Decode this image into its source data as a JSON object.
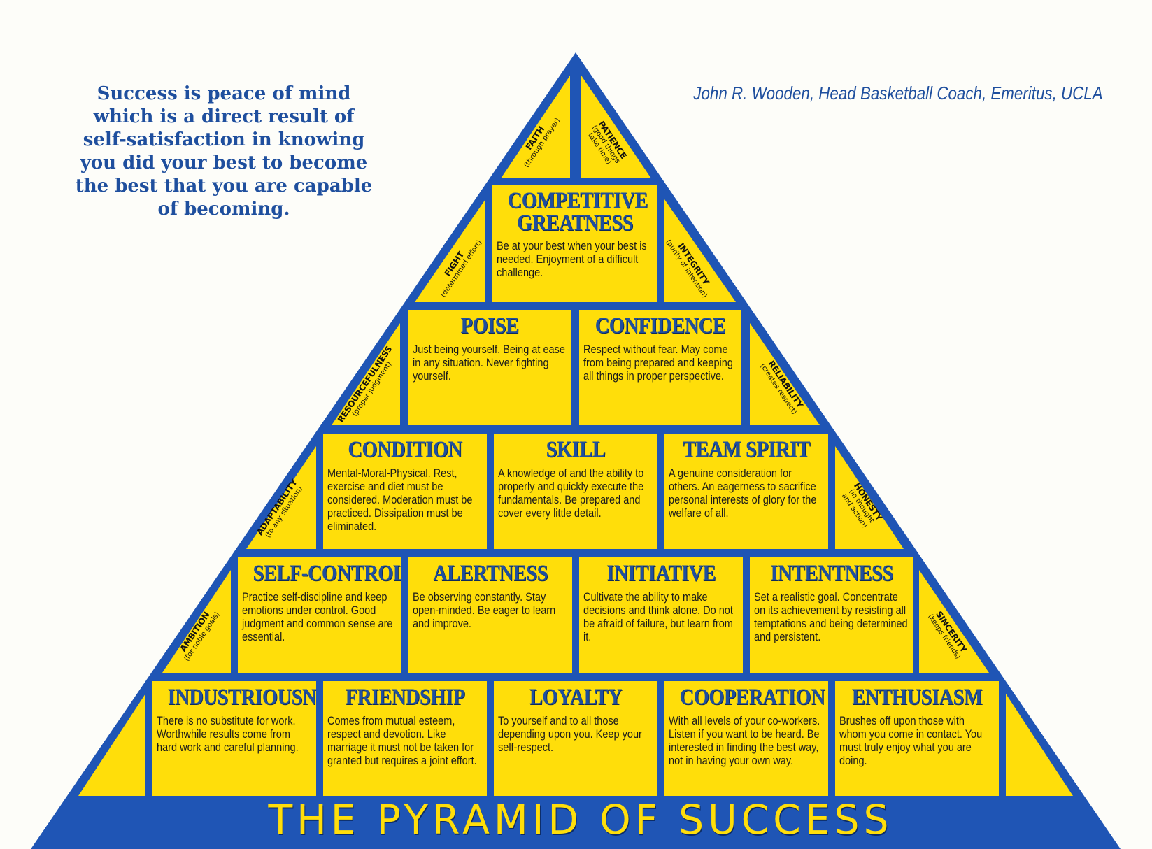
{
  "quote": {
    "lines": [
      "Success is peace of mind",
      "which is a direct result of",
      "self-satisfaction in knowing",
      "you did your best to become",
      "the best that you are capable",
      "of becoming."
    ]
  },
  "attribution": "John R. Wooden, Head Basketball Coach, Emeritus, UCLA",
  "title": "THE PYRAMID OF SUCCESS",
  "colors": {
    "frame_blue": "#1f55b5",
    "block_yellow": "#ffde0a",
    "title_text": "#1f4f9e",
    "background": "#fdfdf9"
  },
  "apex": [
    {
      "title": "FAITH",
      "subtitle": "(through prayer)"
    },
    {
      "title": "PATIENCE",
      "subtitle": "(good things take time)"
    }
  ],
  "rows": [
    {
      "left": {
        "title": "FIGHT",
        "subtitle": "(determined effort)"
      },
      "right": {
        "title": "INTEGRITY",
        "subtitle": "(purity of intention)"
      },
      "blocks": [
        {
          "title": "COMPETITIVE GREATNESS",
          "text": "Be at your best when your best is needed. Enjoyment of a difficult challenge."
        }
      ]
    },
    {
      "left": {
        "title": "RESOURCEFULNESS",
        "subtitle": "(proper judgment)"
      },
      "right": {
        "title": "RELIABILITY",
        "subtitle": "(creates respect)"
      },
      "blocks": [
        {
          "title": "POISE",
          "text": "Just being yourself. Being at ease in any situation. Never fighting yourself."
        },
        {
          "title": "CONFIDENCE",
          "text": "Respect without fear. May come from being prepared and keeping all things in proper perspective."
        }
      ]
    },
    {
      "left": {
        "title": "ADAPTABILITY",
        "subtitle": "(to any situation)"
      },
      "right": {
        "title": "HONESTY",
        "subtitle": "(in thought and action)"
      },
      "blocks": [
        {
          "title": "CONDITION",
          "text": "Mental-Moral-Physical. Rest, exercise and diet must be considered. Moderation must be practiced. Dissipation must be eliminated."
        },
        {
          "title": "SKILL",
          "text": "A knowledge of and the ability to properly and quickly execute the fundamentals. Be prepared and cover every little detail."
        },
        {
          "title": "TEAM SPIRIT",
          "text": "A genuine consideration for others. An eagerness to sacrifice personal interests of glory for the welfare of all."
        }
      ]
    },
    {
      "left": {
        "title": "AMBITION",
        "subtitle": "(for noble goals)"
      },
      "right": {
        "title": "SINCERITY",
        "subtitle": "(keeps friends)"
      },
      "blocks": [
        {
          "title": "SELF-CONTROL",
          "text": "Practice self-discipline and keep emotions under control. Good judgment and common sense are essential."
        },
        {
          "title": "ALERTNESS",
          "text": "Be observing constantly. Stay open-minded. Be eager to learn and improve."
        },
        {
          "title": "INITIATIVE",
          "text": "Cultivate the ability to make decisions and think alone. Do not be afraid of failure, but learn from it."
        },
        {
          "title": "INTENTNESS",
          "text": "Set a realistic goal. Concentrate on its achievement by resisting all temptations and being determined and persistent."
        }
      ]
    },
    {
      "blocks": [
        {
          "title": "INDUSTRIOUSNESS",
          "text": "There is no substitute for work. Worthwhile results come from hard work and careful planning."
        },
        {
          "title": "FRIENDSHIP",
          "text": "Comes from mutual esteem, respect and devotion. Like marriage it must not be taken for granted but requires a joint effort."
        },
        {
          "title": "LOYALTY",
          "text": "To yourself and to all those depending upon you. Keep your self-respect."
        },
        {
          "title": "COOPERATION",
          "text": "With all levels of your co-workers. Listen if you want to be heard. Be interested in finding the best way, not in having your own way."
        },
        {
          "title": "ENTHUSIASM",
          "text": "Brushes off upon those with whom you come in contact. You must truly enjoy what you are doing."
        }
      ]
    }
  ]
}
